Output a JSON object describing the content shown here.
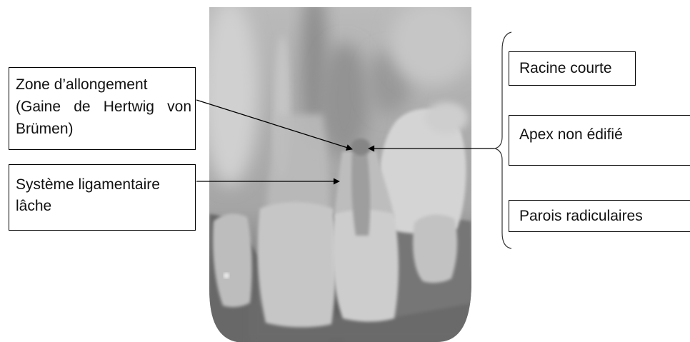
{
  "callouts_left": [
    {
      "lines": [
        "Zone d’allongement",
        "(Gaine de Hertwig von",
        "Brümen)"
      ]
    },
    {
      "lines": [
        "Système ligamentaire",
        "lâche"
      ]
    }
  ],
  "callouts_right": [
    "Racine courte",
    "Apex non édifié",
    "Parois radiculaires"
  ],
  "colors": {
    "border": "#000000",
    "arrow": "#000000",
    "text": "#111111",
    "background": "#ffffff"
  }
}
